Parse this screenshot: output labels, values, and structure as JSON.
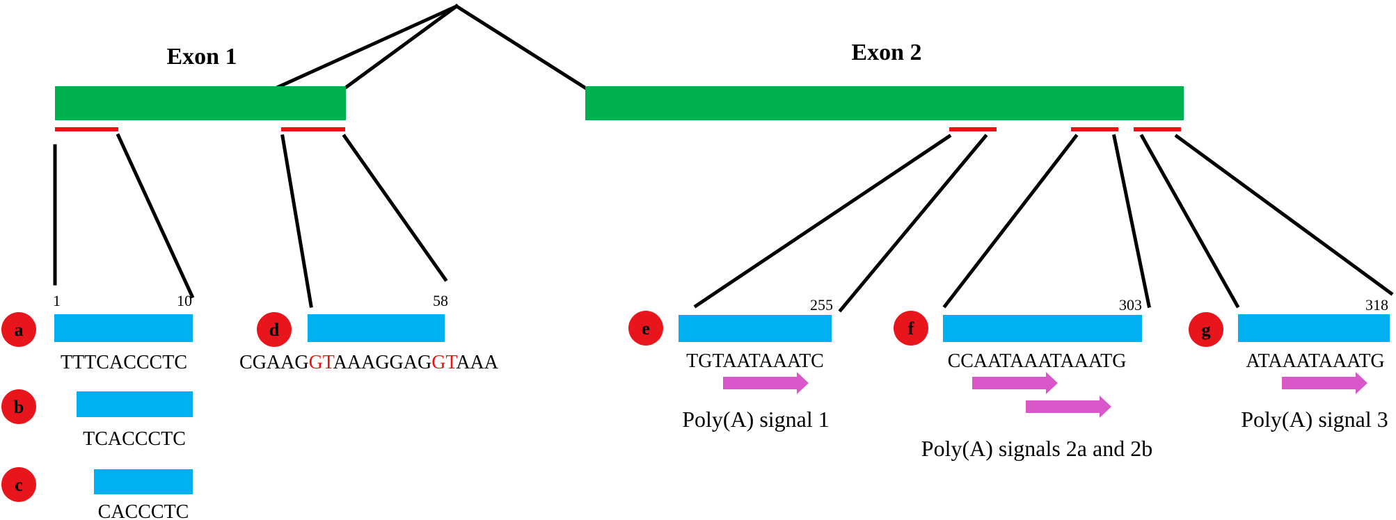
{
  "colors": {
    "exon": "#00b050",
    "region": "#ee1111",
    "transcript": "#00b0f0",
    "marker": "#e8151c",
    "arrow": "#d957c8",
    "highlight": "#ee1111",
    "line": "#000000"
  },
  "exons": [
    {
      "label": "Exon 1"
    },
    {
      "label": "Exon 2"
    }
  ],
  "variants": {
    "a": {
      "letter": "a",
      "start": "1",
      "end": "10",
      "sequence": "TTTCACCCTC"
    },
    "b": {
      "letter": "b",
      "sequence": "TCACCCTC"
    },
    "c": {
      "letter": "c",
      "sequence": "CACCCTC"
    },
    "d": {
      "letter": "d",
      "end": "58",
      "seq_parts": [
        "CGAAG",
        "GT",
        "AAAGGAG",
        "GT",
        "AAA"
      ]
    },
    "e": {
      "letter": "e",
      "end": "255",
      "sequence": "TGTAATAAATC"
    },
    "f": {
      "letter": "f",
      "end": "303",
      "sequence": "CCAATAAATAAATG"
    },
    "g": {
      "letter": "g",
      "end": "318",
      "sequence": "ATAAATAAATG"
    }
  },
  "signals": {
    "signal1": "Poly(A) signal 1",
    "signal2": "Poly(A) signals 2a and 2b",
    "signal3": "Poly(A) signal 3"
  }
}
